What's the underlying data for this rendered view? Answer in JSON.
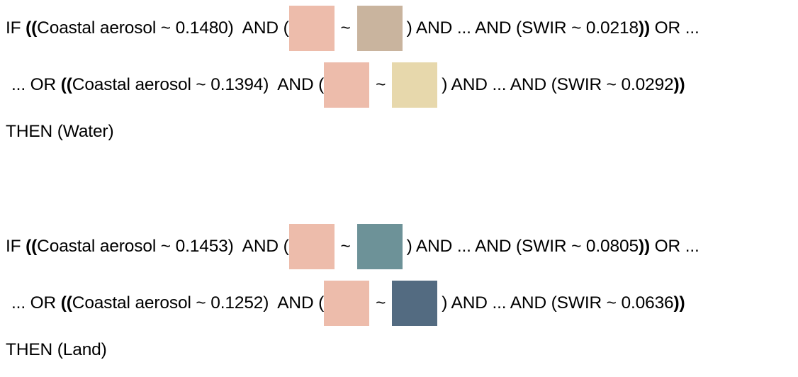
{
  "colors": {
    "background": "#ffffff",
    "text": "#000000",
    "salmon": "#edbcab",
    "tan": "#c9b49e",
    "cream": "#e7d8ac",
    "teal": "#6d9298",
    "slate": "#536b81"
  },
  "rules": [
    {
      "id": "water",
      "conclusion": "THEN (Water)",
      "clauses": [
        {
          "prefix": "IF ",
          "open_parens": "((",
          "first_condition": "Coastal aerosol ~ 0.1480)",
          "and_open": "  AND (",
          "swatch_left": "#edbcab",
          "similarity_operator": "~",
          "swatch_right": "#c9b49e",
          "close_paren": ")",
          "middle": " AND ... AND (SWIR ~ 0.0218",
          "close_parens": "))",
          "suffix": " OR ..."
        },
        {
          "prefix": "... OR ",
          "open_parens": "((",
          "first_condition": "Coastal aerosol ~ 0.1394)",
          "and_open": "  AND (",
          "swatch_left": "#edbcab",
          "similarity_operator": "~",
          "swatch_right": "#e7d8ac",
          "close_paren": ")",
          "middle": " AND ... AND (SWIR ~ 0.0292",
          "close_parens": "))",
          "suffix": ""
        }
      ]
    },
    {
      "id": "land",
      "conclusion": "THEN (Land)",
      "clauses": [
        {
          "prefix": "IF ",
          "open_parens": "((",
          "first_condition": "Coastal aerosol ~ 0.1453)",
          "and_open": "  AND (",
          "swatch_left": "#edbcab",
          "similarity_operator": "~",
          "swatch_right": "#6d9298",
          "close_paren": ")",
          "middle": " AND ... AND (SWIR ~ 0.0805",
          "close_parens": "))",
          "suffix": " OR ..."
        },
        {
          "prefix": "... OR ",
          "open_parens": "((",
          "first_condition": "Coastal aerosol ~ 0.1252)",
          "and_open": "  AND (",
          "swatch_left": "#edbcab",
          "similarity_operator": "~",
          "swatch_right": "#536b81",
          "close_paren": ")",
          "middle": " AND ... AND (SWIR ~ 0.0636",
          "close_parens": "))",
          "suffix": ""
        }
      ]
    }
  ]
}
